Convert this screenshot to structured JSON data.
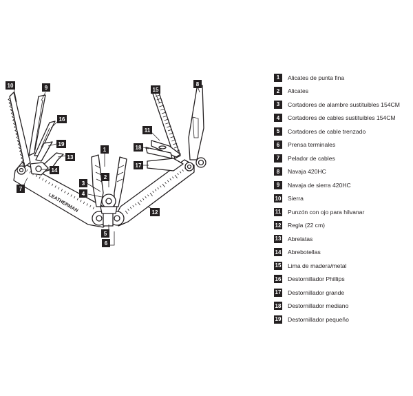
{
  "brand_text": "LEATHERMAN",
  "legend": [
    {
      "num": "1",
      "label": "Alicates de punta fina"
    },
    {
      "num": "2",
      "label": "Alicates"
    },
    {
      "num": "3",
      "label": "Cortadores de alambre sustituibles 154CM"
    },
    {
      "num": "4",
      "label": "Cortadores de cables sustituibles 154CM"
    },
    {
      "num": "5",
      "label": "Cortadores de cable trenzado"
    },
    {
      "num": "6",
      "label": "Prensa terminales"
    },
    {
      "num": "7",
      "label": "Pelador de cables"
    },
    {
      "num": "8",
      "label": "Navaja 420HC"
    },
    {
      "num": "9",
      "label": "Navaja de sierra 420HC"
    },
    {
      "num": "10",
      "label": "Sierra"
    },
    {
      "num": "11",
      "label": "Punzón con ojo para hilvanar"
    },
    {
      "num": "12",
      "label": "Regla (22 cm)"
    },
    {
      "num": "13",
      "label": "Abrelatas"
    },
    {
      "num": "14",
      "label": "Abrebotellas"
    },
    {
      "num": "15",
      "label": "Lima de madera/metal"
    },
    {
      "num": "16",
      "label": "Destornillador Phillips"
    },
    {
      "num": "17",
      "label": "Destornillador grande"
    },
    {
      "num": "18",
      "label": "Destornillador mediano"
    },
    {
      "num": "19",
      "label": "Destornillador pequeño"
    }
  ]
}
